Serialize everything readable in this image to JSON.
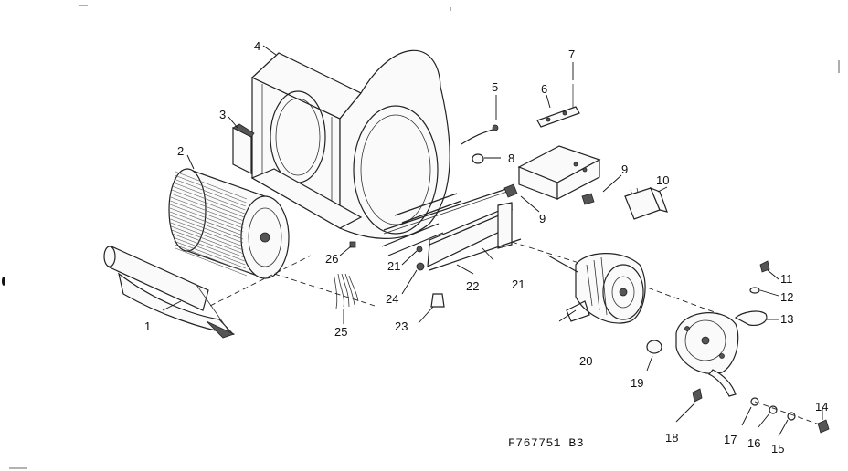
{
  "parts": [
    {
      "id": "1",
      "label": "1"
    },
    {
      "id": "2",
      "label": "2"
    },
    {
      "id": "3",
      "label": "3"
    },
    {
      "id": "4",
      "label": "4"
    },
    {
      "id": "5",
      "label": "5"
    },
    {
      "id": "6",
      "label": "6"
    },
    {
      "id": "7",
      "label": "7"
    },
    {
      "id": "8",
      "label": "8"
    },
    {
      "id": "9a",
      "label": "9"
    },
    {
      "id": "9b",
      "label": "9"
    },
    {
      "id": "10",
      "label": "10"
    },
    {
      "id": "11",
      "label": "11"
    },
    {
      "id": "12",
      "label": "12"
    },
    {
      "id": "13",
      "label": "13"
    },
    {
      "id": "14",
      "label": "14"
    },
    {
      "id": "15",
      "label": "15"
    },
    {
      "id": "16",
      "label": "16"
    },
    {
      "id": "17",
      "label": "17"
    },
    {
      "id": "18",
      "label": "18"
    },
    {
      "id": "19",
      "label": "19"
    },
    {
      "id": "20",
      "label": "20"
    },
    {
      "id": "21a",
      "label": "21"
    },
    {
      "id": "21b",
      "label": "21"
    },
    {
      "id": "22",
      "label": "22"
    },
    {
      "id": "23",
      "label": "23"
    },
    {
      "id": "24",
      "label": "24"
    },
    {
      "id": "25",
      "label": "25"
    },
    {
      "id": "26",
      "label": "26"
    }
  ],
  "diagram_code": "F767751 B3"
}
